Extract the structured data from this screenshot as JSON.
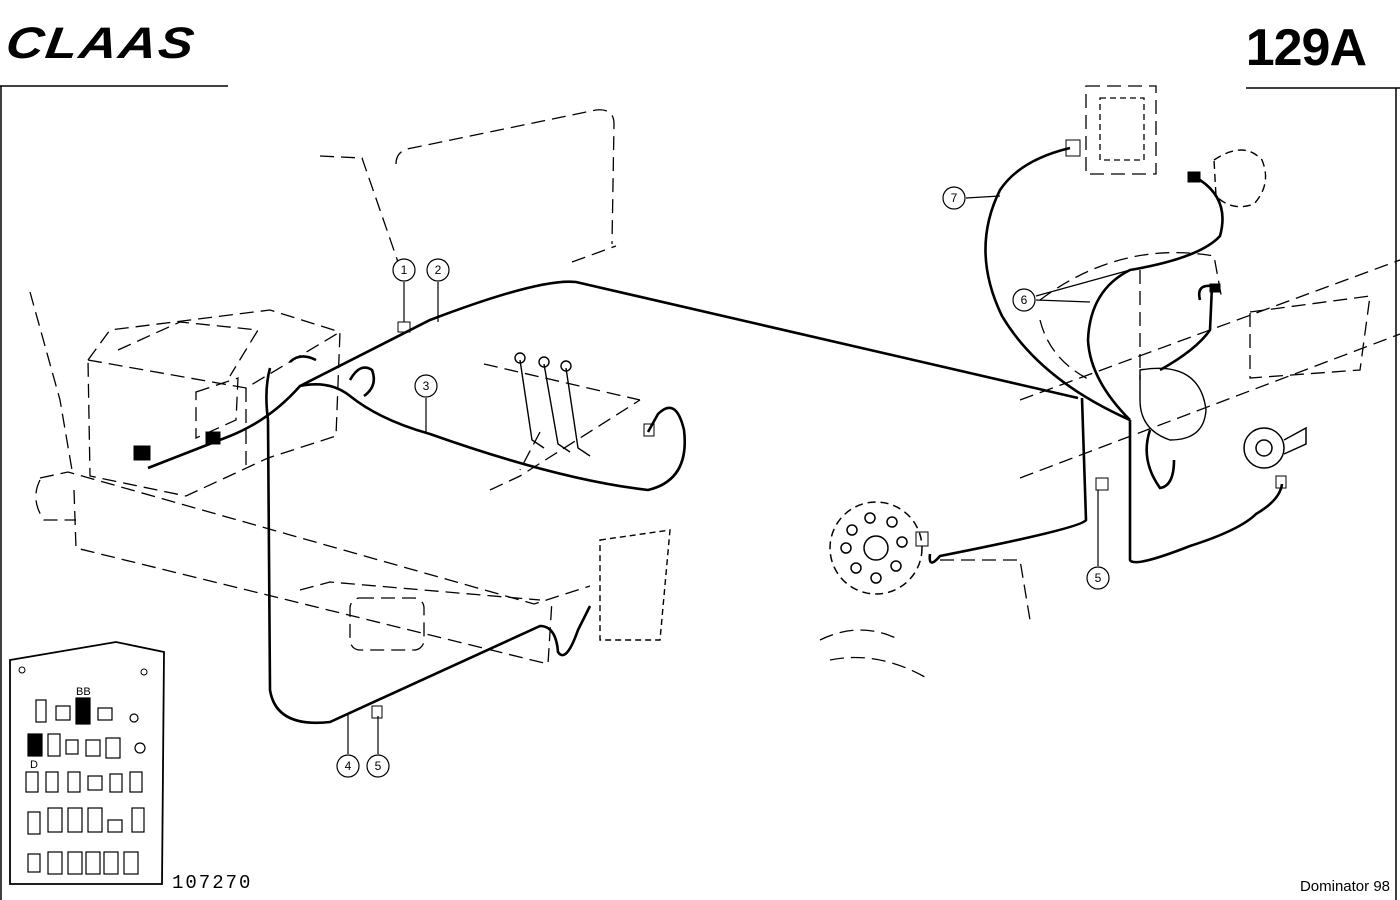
{
  "header": {
    "brand": "CLAAS",
    "page_number": "129A"
  },
  "footer": {
    "drawing_number": "107270",
    "model": "Dominator 98"
  },
  "callouts": [
    "1",
    "2",
    "3",
    "4",
    "5",
    "5",
    "6",
    "7"
  ],
  "fuse_panel": {
    "highlight_top_label": "BB",
    "highlight_left_label": "D"
  },
  "icons": {
    "brand_logo": "claas-logo",
    "fuse_box": "fuse-box-icon",
    "connector": "connector-icon",
    "wheel": "wheel-icon",
    "lamp": "lamp-icon",
    "switch": "switch-icon"
  },
  "colors": {
    "line": "#000000",
    "background": "#ffffff"
  }
}
